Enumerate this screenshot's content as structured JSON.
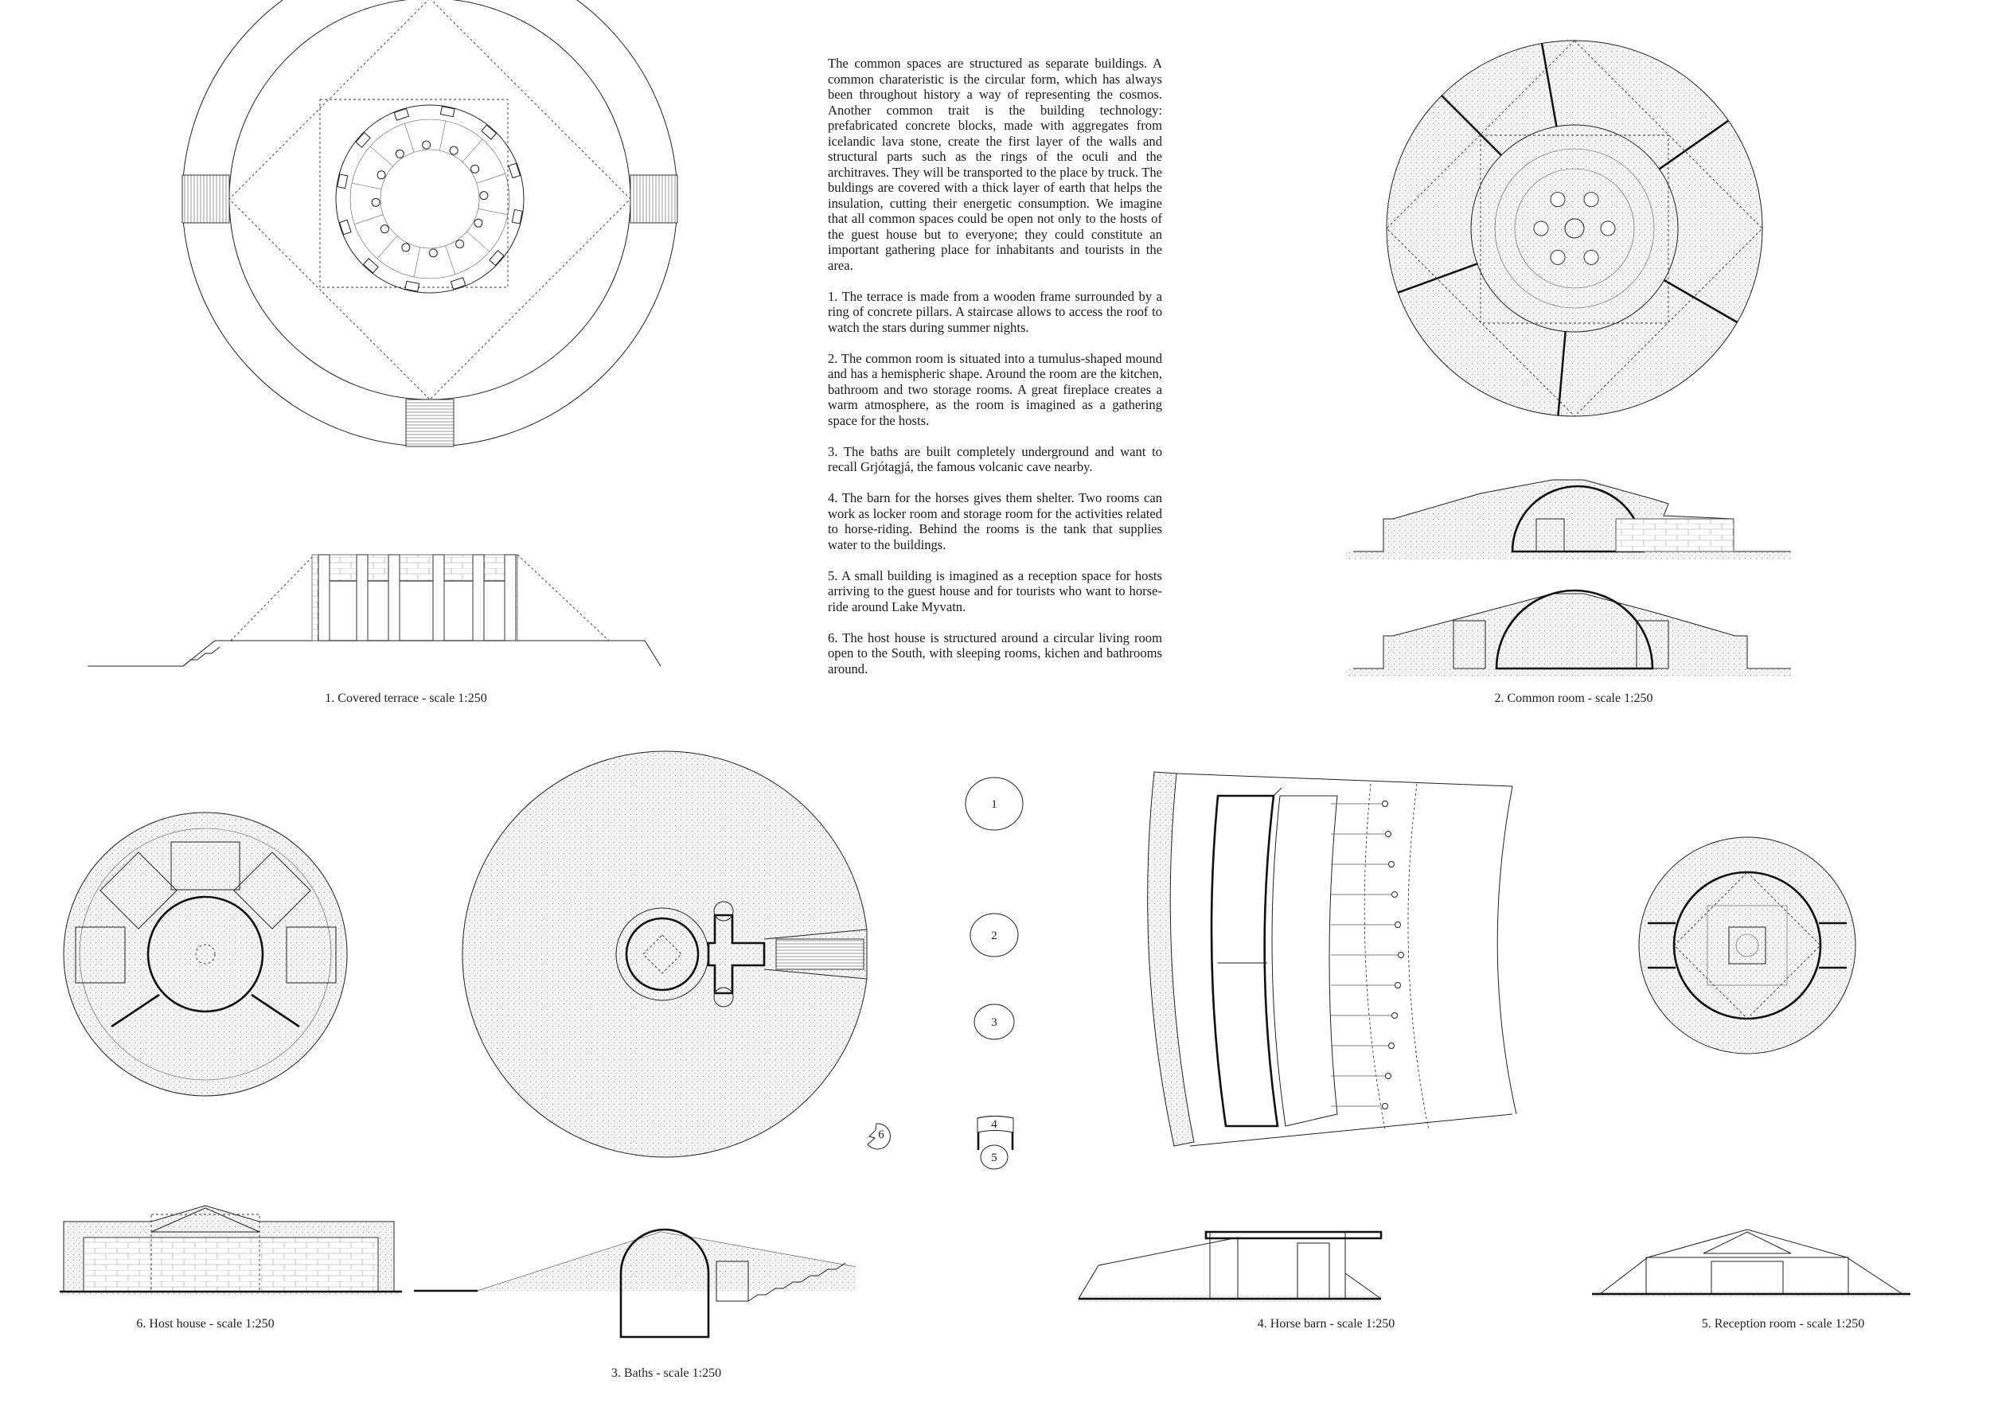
{
  "description": {
    "intro": "The common spaces are structured as separate buildings. A common charateristic is the circular form, which has always been throughout history a way of representing the cosmos. Another common trait is the building technology: prefabricated concrete blocks, made with aggregates from icelandic lava stone, create the first layer of the walls and structural parts such as the rings of the oculi and the architraves. They will be transported to the place by truck. The buldings are covered with a thick layer of earth that helps the insulation, cutting their energetic consumption. We imagine that all common spaces could be open not only to the hosts of the guest house but to everyone; they could constitute an important  gathering place for inhabitants and tourists in the area.",
    "items": [
      "1. The terrace is made from a wooden frame surrounded by a ring of concrete pillars. A staircase allows to access the roof to watch the stars during summer nights.",
      "2. The common room is situated into a tumulus-shaped mound and has a hemispheric shape. Around the room are the kitchen, bathroom and two storage rooms. A great fireplace creates a warm atmosphere, as the room is imagined as a gathering space for the hosts.",
      "3. The baths are built completely underground and want to recall Grjótagjá, the famous volcanic cave nearby.",
      "4. The barn for the horses gives them shelter. Two rooms can work as locker room and storage room for the activities related to horse-riding. Behind the rooms is the tank that supplies water to the buildings.",
      "5. A small building is imagined as a reception space for hosts arriving to the guest house and for tourists who want to horse-ride around Lake Myvatn.",
      "6. The host house is structured around a circular living room open to the South, with sleeping rooms, kichen and bathrooms around."
    ]
  },
  "captions": {
    "terrace": "1. Covered terrace - scale 1:250",
    "common_room": "2. Common room - scale 1:250",
    "host_house": "6. Host house - scale 1:250",
    "baths": "3. Baths - scale 1:250",
    "horse_barn": "4. Horse barn - scale 1:250",
    "reception": "5. Reception room - scale 1:250"
  },
  "site_key": {
    "k1": "1",
    "k2": "2",
    "k3": "3",
    "k4": "4",
    "k5": "5",
    "k6": "6"
  }
}
